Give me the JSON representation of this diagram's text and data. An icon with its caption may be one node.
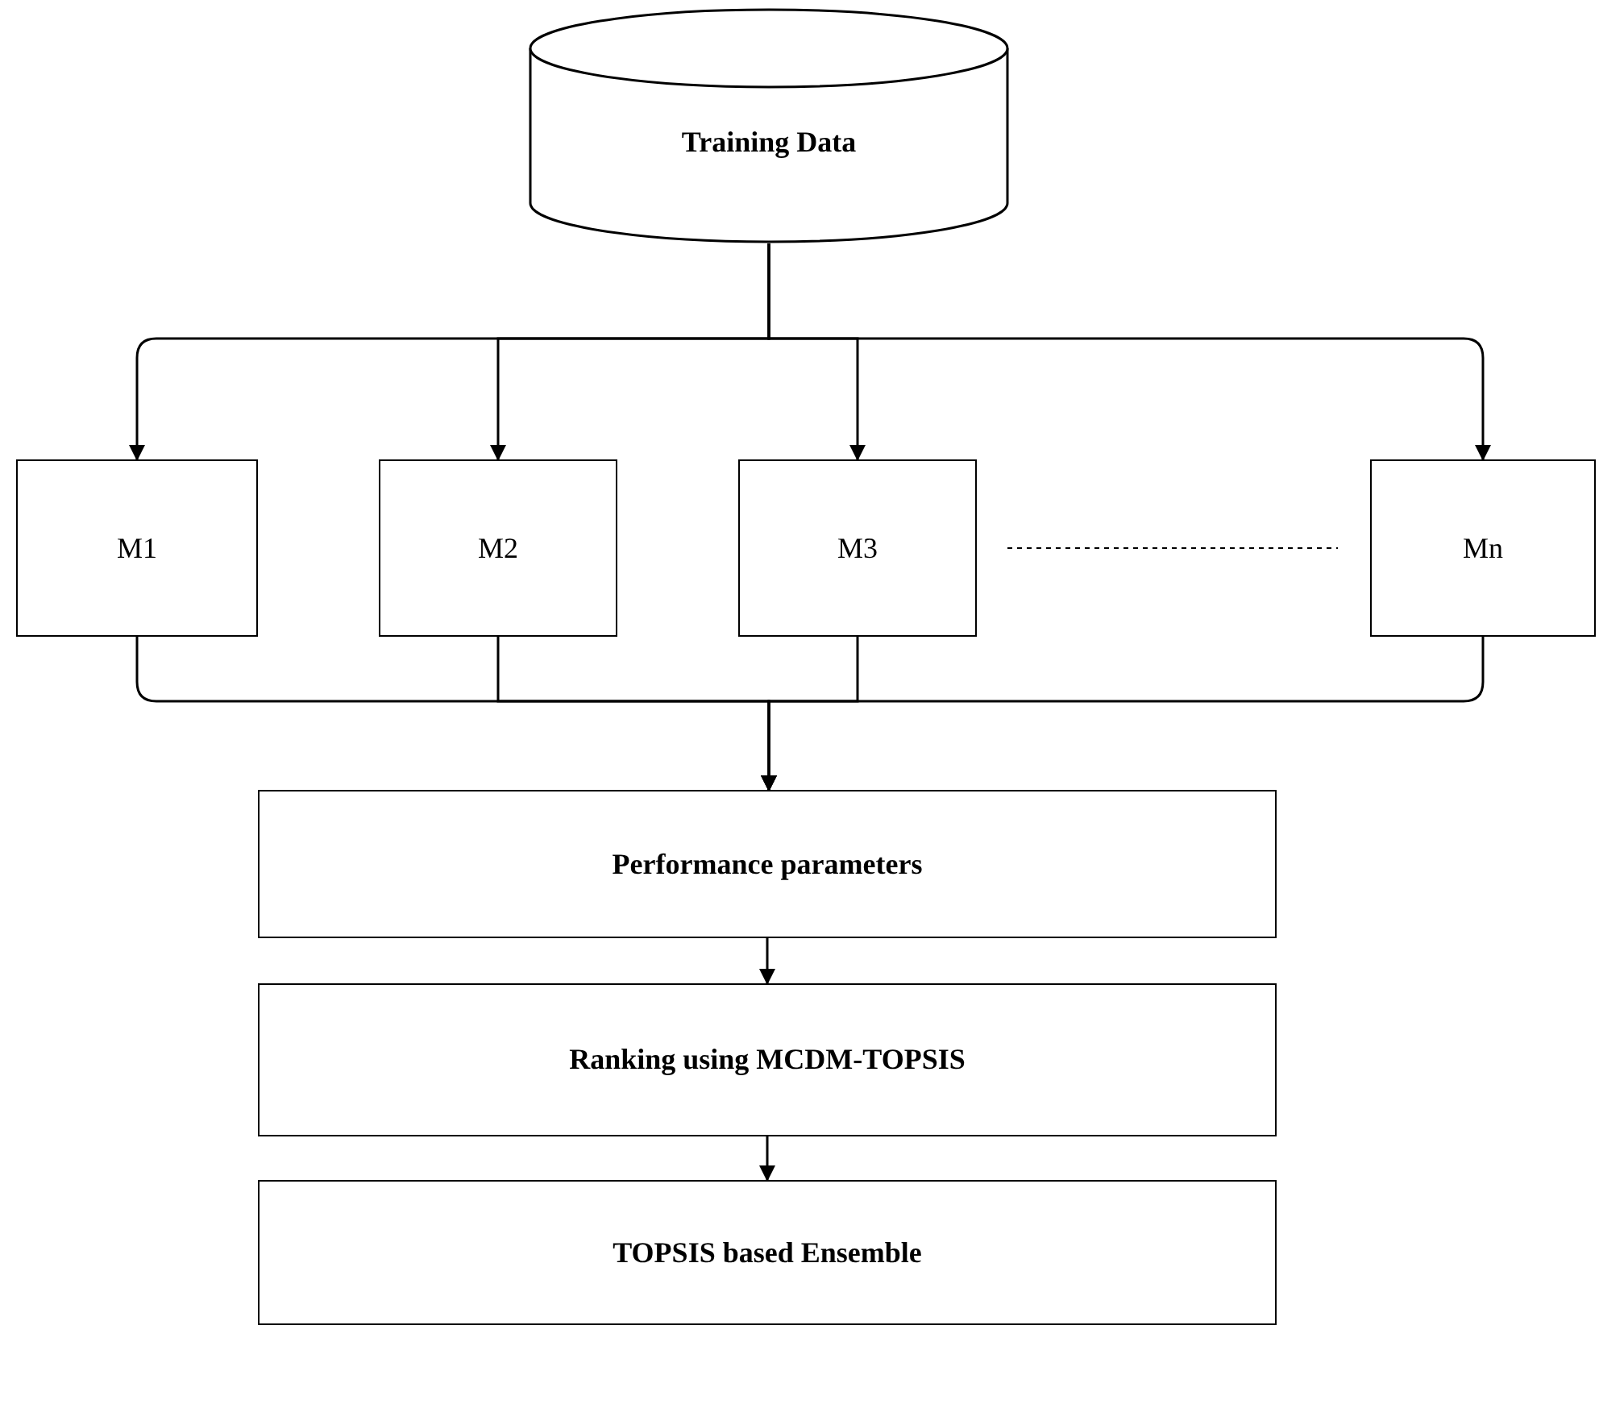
{
  "diagram": {
    "nodes": [
      {
        "text": [
          "Training Data"
        ]
      },
      {
        "text": [
          "M1"
        ]
      },
      {
        "text": [
          "M2"
        ]
      },
      {
        "text": [
          "M3"
        ]
      },
      {
        "text": [
          "Mn"
        ]
      },
      {
        "text": [
          "Performance parameters"
        ]
      },
      {
        "text": [
          "Ranking using MCDM-TOPSIS"
        ]
      },
      {
        "text": [
          "TOPSIS based Ensemble"
        ]
      }
    ],
    "edges": [
      {
        "from": 0,
        "to": 1,
        "arrow": "to"
      },
      {
        "from": 0,
        "to": 2,
        "arrow": "to"
      },
      {
        "from": 0,
        "to": 3,
        "arrow": "to"
      },
      {
        "from": 0,
        "to": 4,
        "arrow": "to"
      },
      {
        "from": 1,
        "to": 5,
        "arrow": "to"
      },
      {
        "from": 2,
        "to": 5,
        "arrow": "to"
      },
      {
        "from": 3,
        "to": 5,
        "arrow": "to"
      },
      {
        "from": 4,
        "to": 5,
        "arrow": "to"
      },
      {
        "from": 5,
        "to": 6,
        "arrow": "to"
      },
      {
        "from": 6,
        "to": 7,
        "arrow": "to"
      }
    ]
  }
}
